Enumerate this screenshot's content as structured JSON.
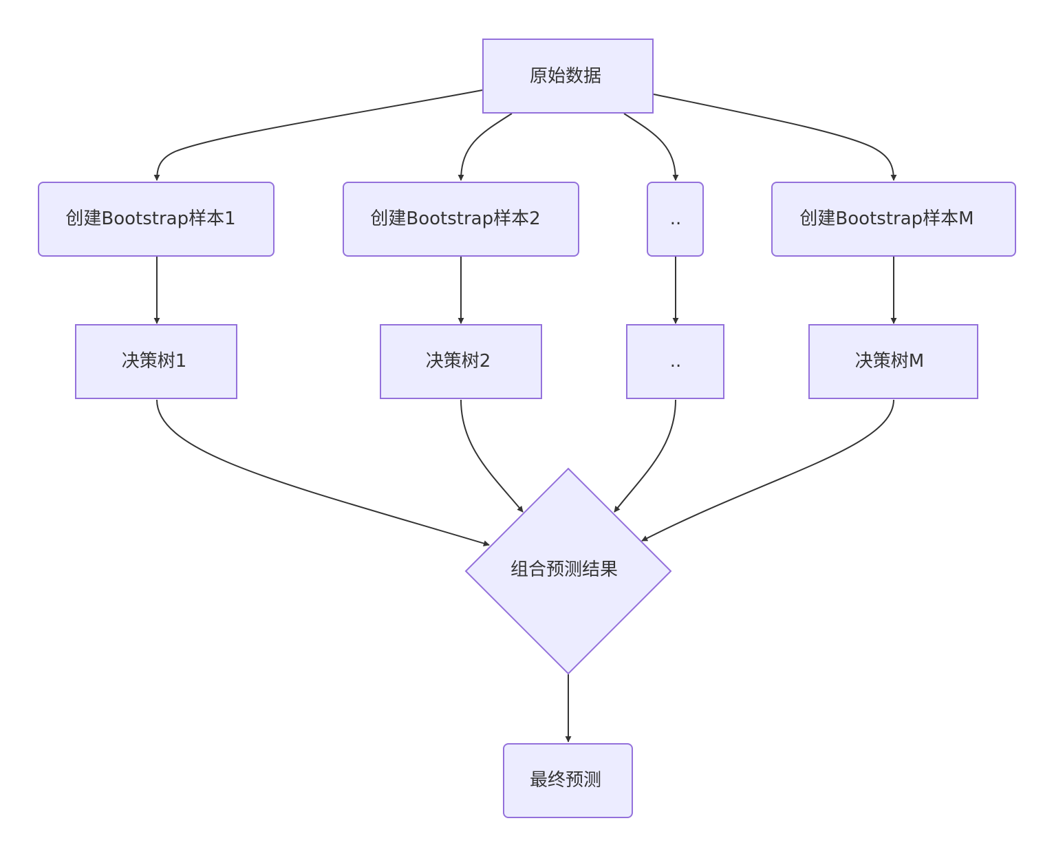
{
  "diagram": {
    "colors": {
      "node_fill": "#ECECFF",
      "node_stroke": "#9370DB",
      "edge": "#333333",
      "text": "#333333"
    },
    "nodes": {
      "raw_data": "原始数据",
      "sample_1": "创建Bootstrap样本1",
      "sample_2": "创建Bootstrap样本2",
      "sample_ellipsis": "..",
      "sample_m": "创建Bootstrap样本M",
      "tree_1": "决策树1",
      "tree_2": "决策树2",
      "tree_ellipsis": "..",
      "tree_m": "决策树M",
      "combine": "组合预测结果",
      "final": "最终预测"
    },
    "edges": [
      {
        "from": "原始数据",
        "to": "创建Bootstrap样本1"
      },
      {
        "from": "原始数据",
        "to": "创建Bootstrap样本2"
      },
      {
        "from": "原始数据",
        "to": ".."
      },
      {
        "from": "原始数据",
        "to": "创建Bootstrap样本M"
      },
      {
        "from": "创建Bootstrap样本1",
        "to": "决策树1"
      },
      {
        "from": "创建Bootstrap样本2",
        "to": "决策树2"
      },
      {
        "from": "..",
        "to": ".."
      },
      {
        "from": "创建Bootstrap样本M",
        "to": "决策树M"
      },
      {
        "from": "决策树1",
        "to": "组合预测结果"
      },
      {
        "from": "决策树2",
        "to": "组合预测结果"
      },
      {
        "from": "..",
        "to": "组合预测结果"
      },
      {
        "from": "决策树M",
        "to": "组合预测结果"
      },
      {
        "from": "组合预测结果",
        "to": "最终预测"
      }
    ]
  }
}
